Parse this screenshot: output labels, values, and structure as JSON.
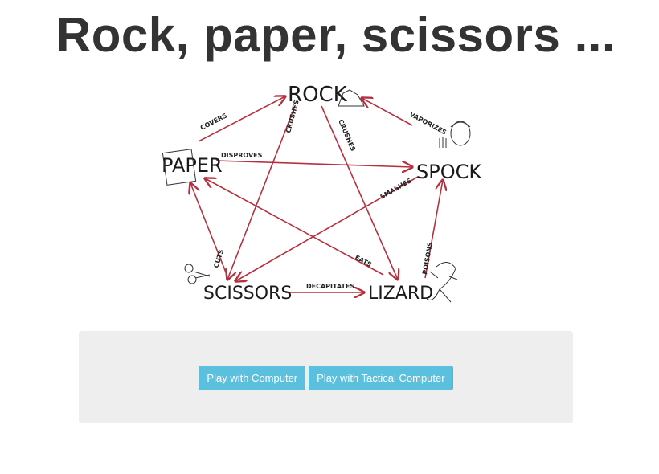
{
  "page": {
    "title": "Rock, paper, scissors ..."
  },
  "diagram": {
    "nodes": {
      "rock": "ROCK",
      "paper": "PAPER",
      "spock": "SPOCK",
      "scissors": "SCISSORS",
      "lizard": "LIZARD"
    },
    "verbs": {
      "paper_rock": "COVERS",
      "spock_rock": "VAPORIZES",
      "rock_scissors": "CRUSHES",
      "rock_lizard": "CRUSHES",
      "paper_spock": "DISPROVES",
      "spock_scissors": "SMASHES",
      "scissors_paper": "CUTS",
      "lizard_paper": "EATS",
      "lizard_spock": "POISONS",
      "scissors_lizard": "DECAPITATES"
    },
    "arrow_color": "#b5303f"
  },
  "controls": {
    "play_computer_label": "Play with Computer",
    "play_tactical_label": "Play with Tactical Computer"
  },
  "colors": {
    "button": "#5bc0de",
    "well": "#eeeeee",
    "title": "#333333"
  }
}
